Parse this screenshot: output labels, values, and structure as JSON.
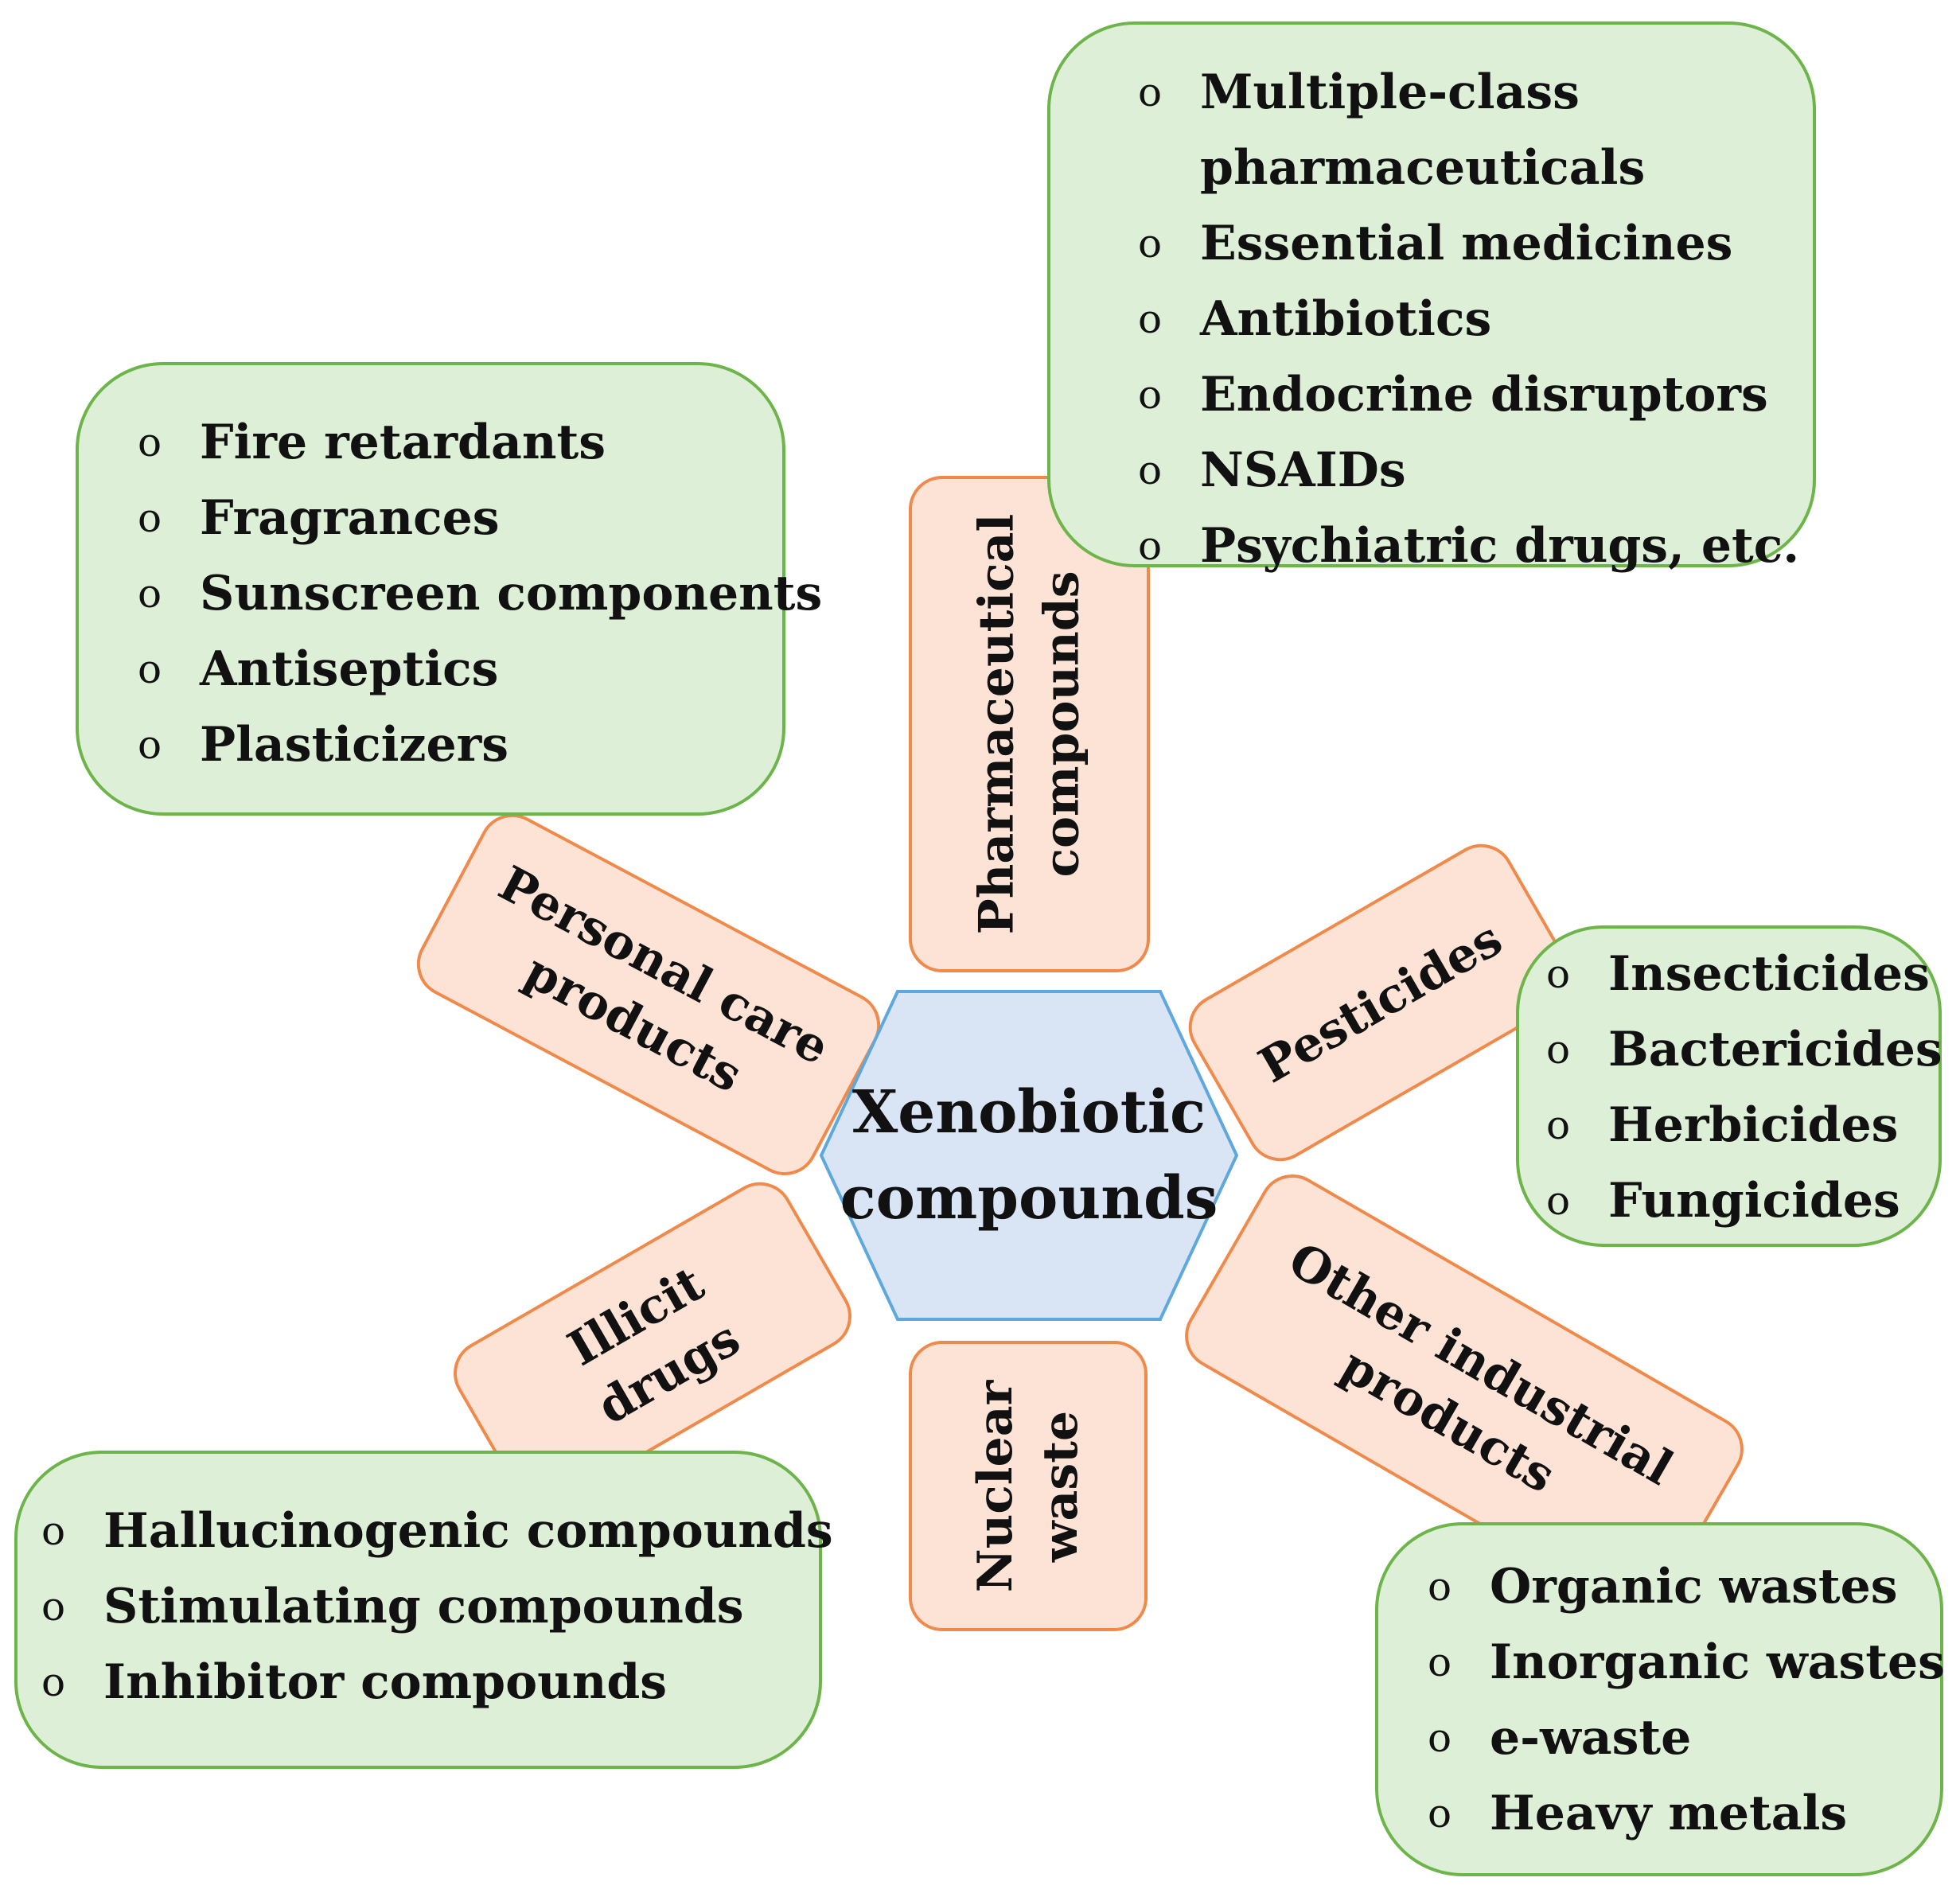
{
  "center": {
    "label": "Xenobiotic\ncompounds"
  },
  "categories": {
    "pharmaceutical": "Pharmaceutical\ncompounds",
    "personal_care": "Personal care\nproducts",
    "pesticides": "Pesticides",
    "illicit_drugs": "Illicit\ndrugs",
    "nuclear_waste": "Nuclear\nwaste",
    "other_industrial": "Other industrial\nproducts"
  },
  "bullet_symbol": "o",
  "lists": {
    "pharmaceutical": [
      "Multiple-class",
      "pharmaceuticals",
      "Essential medicines",
      "Antibiotics",
      "Endocrine disruptors",
      "NSAIDs",
      "Psychiatric drugs, etc."
    ],
    "personal_care": [
      "Fire retardants",
      "Fragrances",
      "Sunscreen components",
      "Antiseptics",
      "Plasticizers"
    ],
    "pesticides": [
      "Insecticides",
      "Bactericides",
      "Herbicides",
      "Fungicides"
    ],
    "illicit_drugs": [
      "Hallucinogenic compounds",
      "Stimulating compounds",
      "Inhibitor compounds"
    ],
    "other_industrial": [
      "Organic wastes",
      "Inorganic wastes",
      "e-waste",
      "Heavy metals"
    ]
  },
  "colors": {
    "list_fill": "#deefd7",
    "list_border": "#6db54a",
    "category_fill": "#fde3d6",
    "category_border": "#f08a4b",
    "center_fill": "#d9e5f5",
    "center_border": "#5ea8dd"
  }
}
